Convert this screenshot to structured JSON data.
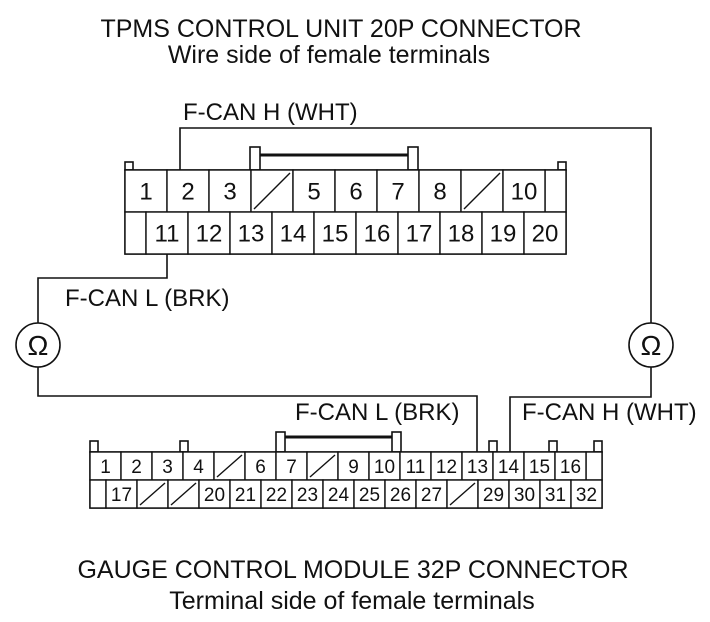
{
  "tpms_connector": {
    "title": "TPMS CONTROL UNIT 20P CONNECTOR",
    "subtitle": "Wire side of female terminals",
    "top_row": [
      "1",
      "2",
      "3",
      null,
      "5",
      "6",
      "7",
      "8",
      null,
      "10"
    ],
    "bottom_row": [
      "11",
      "12",
      "13",
      "14",
      "15",
      "16",
      "17",
      "18",
      "19",
      "20"
    ]
  },
  "gauge_connector": {
    "title": "GAUGE CONTROL MODULE 32P CONNECTOR",
    "subtitle": "Terminal side of female terminals",
    "top_row": [
      "1",
      "2",
      "3",
      "4",
      null,
      "6",
      "7",
      null,
      "9",
      "10",
      "11",
      "12",
      "13",
      "14",
      "15",
      "16"
    ],
    "bottom_row": [
      "17",
      null,
      null,
      "20",
      "21",
      "22",
      "23",
      "24",
      "25",
      "26",
      "27",
      null,
      "29",
      "30",
      "31",
      "32"
    ]
  },
  "wires": {
    "f_can_h": "F-CAN H (WHT)",
    "f_can_l": "F-CAN L (BRK)"
  },
  "meter_symbol": "Ω"
}
